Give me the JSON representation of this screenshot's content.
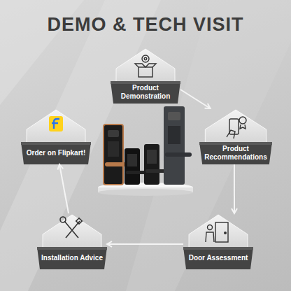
{
  "diagram": {
    "title": "DEMO & TECH VISIT",
    "nodes": [
      {
        "text": [
          "Product Demonstration"
        ]
      },
      {
        "text": [
          "Product Recommendations"
        ]
      },
      {
        "text": [
          "Door Assessment"
        ]
      },
      {
        "text": [
          "Installation Advice"
        ]
      },
      {
        "text": [
          "Order on Flipkart!"
        ]
      }
    ],
    "edges": [
      {
        "from": 0,
        "to": 1,
        "arrow": "to"
      },
      {
        "from": 1,
        "to": 2,
        "arrow": "to"
      },
      {
        "from": 2,
        "to": 3,
        "arrow": "to"
      },
      {
        "from": 3,
        "to": 4,
        "arrow": "to"
      }
    ]
  }
}
